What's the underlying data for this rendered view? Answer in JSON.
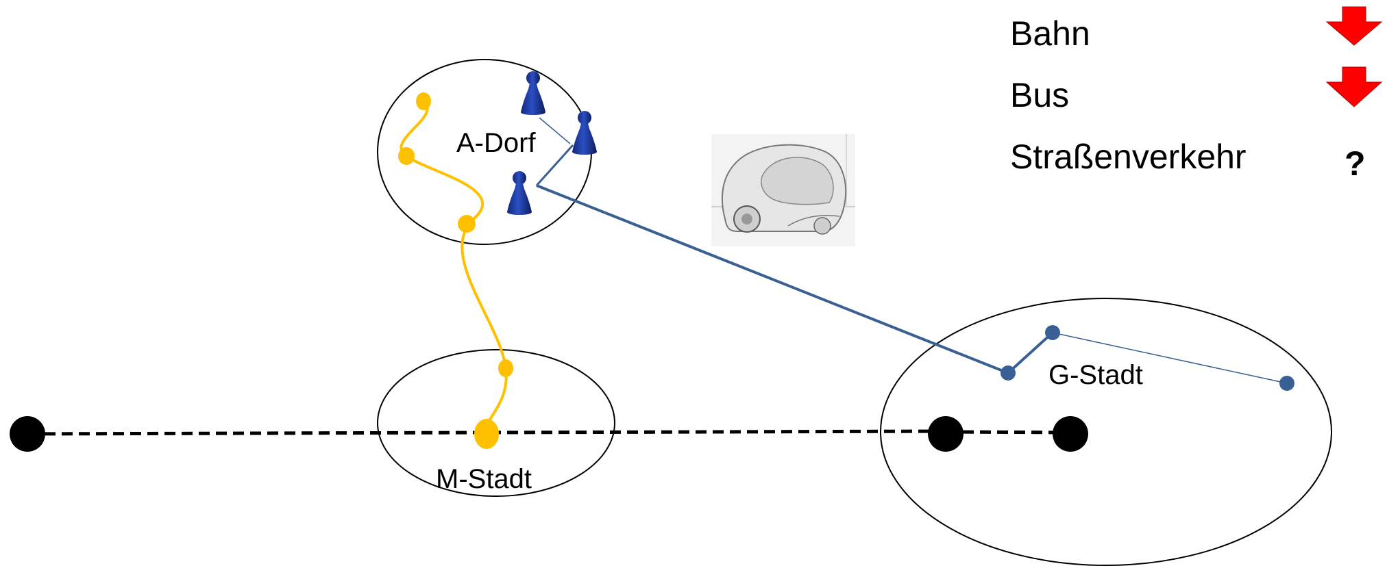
{
  "places": {
    "a_dorf": "A-Dorf",
    "m_stadt": "M-Stadt",
    "g_stadt": "G-Stadt"
  },
  "legend": {
    "items": [
      {
        "label": "Bahn",
        "marker": "red-down-arrow-icon"
      },
      {
        "label": "Bus",
        "marker": "red-down-arrow-icon"
      },
      {
        "label": "Straßenverkehr",
        "marker": "?"
      }
    ]
  },
  "icons": {
    "car": "car-sketch-icon",
    "figures": "game-pawn-icon"
  },
  "colors": {
    "rail": "#000000",
    "bus": "#ffc000",
    "road": "#3a5f94",
    "pawn": "#1f3a9e",
    "arrow": "#ff0000"
  }
}
